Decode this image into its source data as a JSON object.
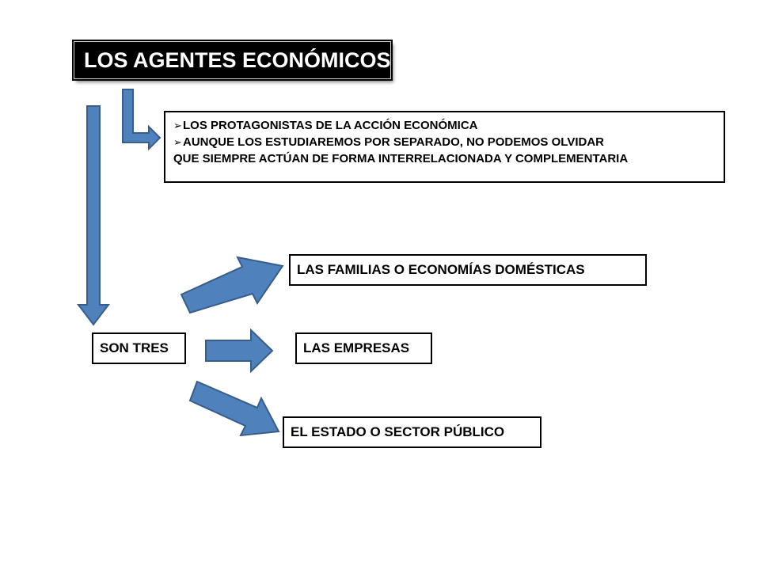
{
  "colors": {
    "arrow_fill": "#4f81bd",
    "arrow_stroke": "#385d8a",
    "title_bg": "#000000",
    "title_text": "#ffffff"
  },
  "title": "LOS AGENTES ECONÓMICOS",
  "info": {
    "bullets": [
      "LOS PROTAGONISTAS DE LA ACCIÓN ECONÓMICA",
      "AUNQUE LOS ESTUDIAREMOS POR SEPARADO, NO PODEMOS OLVIDAR"
    ],
    "continuation": "QUE SIEMPRE ACTÚAN DE FORMA INTERRELACIONADA Y COMPLEMENTARIA"
  },
  "son_tres": "SON TRES",
  "agents": {
    "familias": "LAS FAMILIAS O ECONOMÍAS DOMÉSTICAS",
    "empresas": "LAS EMPRESAS",
    "estado": "EL ESTADO O SECTOR PÚBLICO"
  }
}
